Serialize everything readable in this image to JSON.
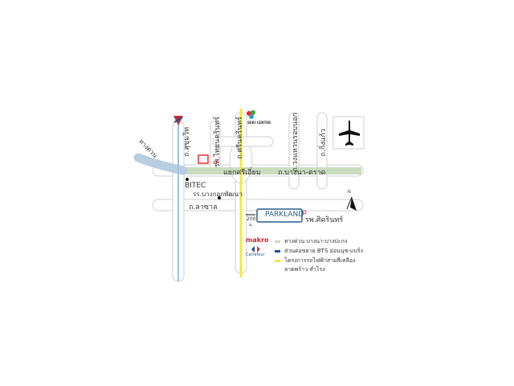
{
  "labels": {
    "expressway": "ทางด่วน",
    "sukhumvit": "ถ.สุขุมวิท",
    "thainakarin_hospital": "รพ.ไทยนครินทร์",
    "srinakarin": "ถ.ศรีนครินทร์",
    "seri_center": "SERI CENTER",
    "ring_road": "ถ.วงแหวนรอบนอก",
    "kingkaew": "ถ.กิ่งแก้ว",
    "sri_iam_junction": "แยกศรีเอี่ยม",
    "bangna_trad": "ถ.บางนา-ตราด",
    "bitec": "BITEC",
    "bangkok_patana": "รร.บางกอกพัฒนา",
    "lasalle": "ถ.ลาซาล",
    "distance": "200",
    "distance_unit": "ม.",
    "parkland": "PARKLAND",
    "sikarin_hospital": "รพ.ศิครินทร์",
    "makro": "makro",
    "carrefour": "Carrefour",
    "north": "N"
  },
  "legend": [
    {
      "text": "ทางด่วน บางนา-บางปะกง",
      "color": "#c9dcc0"
    },
    {
      "text": "ส่วนต่อขยาย BTS อ่อนนุช-แบริ่ง",
      "color": "#1f4f9a"
    },
    {
      "text": "โครงการรถไฟฟ้าสายสีเหลือง",
      "text2": "ลาดพร้าว-สำโรง",
      "color": "#f2ea3a"
    }
  ]
}
